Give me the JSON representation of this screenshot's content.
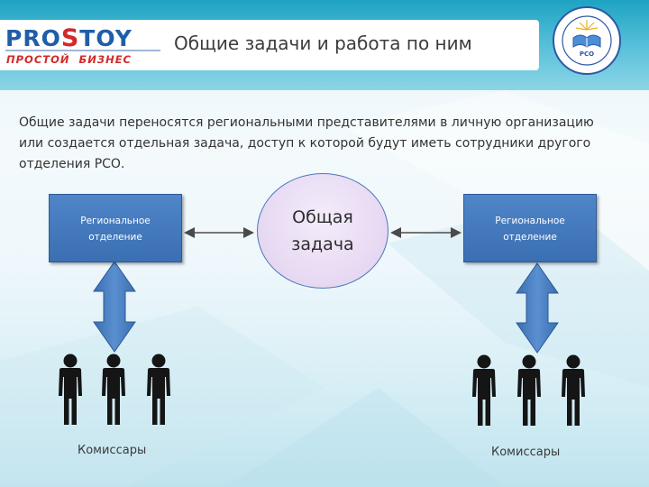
{
  "header": {
    "logo_main_pre": "PRO",
    "logo_main_s": "S",
    "logo_main_post": "TOY",
    "logo_sub_1": "ПРОСТОЙ",
    "logo_sub_2": "БИЗНЕС",
    "title": "Общие задачи и работа по ним",
    "emblem_text": "РСО"
  },
  "description": {
    "line1": "Общие задачи переносятся региональными представителями в личную организацию",
    "line2": "или создается отдельная задача, доступ к которой будут иметь сотрудники другого",
    "line3": "отделения РСО."
  },
  "diagram": {
    "left_box": {
      "line1": "Региональное",
      "line2": "отделение"
    },
    "center": {
      "line1": "Общая",
      "line2": "задача"
    },
    "right_box": {
      "line1": "Региональное",
      "line2": "отделение"
    },
    "left_caption": "Комиссары",
    "right_caption": "Комиссары"
  },
  "colors": {
    "header_cyan": "#1ea3c3",
    "box_blue": "#3a6fb2",
    "circle_fill": "#e6d8f2",
    "logo_blue": "#1f5ea8",
    "logo_red": "#d32a2a"
  }
}
